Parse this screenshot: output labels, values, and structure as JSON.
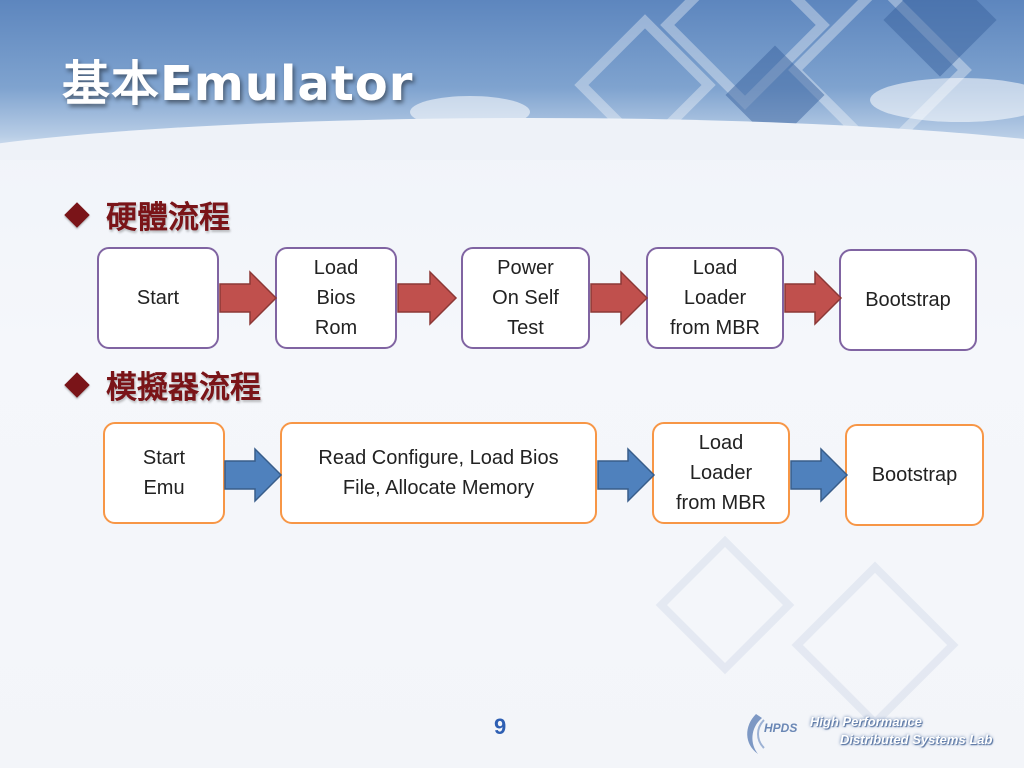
{
  "slide": {
    "title": "基本Emulator",
    "page_number": "9"
  },
  "sections": [
    {
      "title": "硬體流程",
      "color": "#7a1418",
      "arrow_color": "#c0504d",
      "box_border_color": "#8064a2",
      "boxes": [
        "Start",
        "Load\nBios\nRom",
        "Power\nOn Self\nTest",
        "Load\nLoader\nfrom MBR",
        "Bootstrap"
      ]
    },
    {
      "title": "模擬器流程",
      "color": "#7a1418",
      "arrow_color": "#4f81bd",
      "box_border_color": "#f79646",
      "boxes": [
        "Start\nEmu",
        "Read Configure, Load Bios\nFile, Allocate Memory",
        "Load\nLoader\nfrom MBR",
        "Bootstrap"
      ]
    }
  ],
  "footer": {
    "logo_abbr": "HPDS",
    "logo_line1": "High Performance",
    "logo_line2": "Distributed Systems Lab"
  }
}
